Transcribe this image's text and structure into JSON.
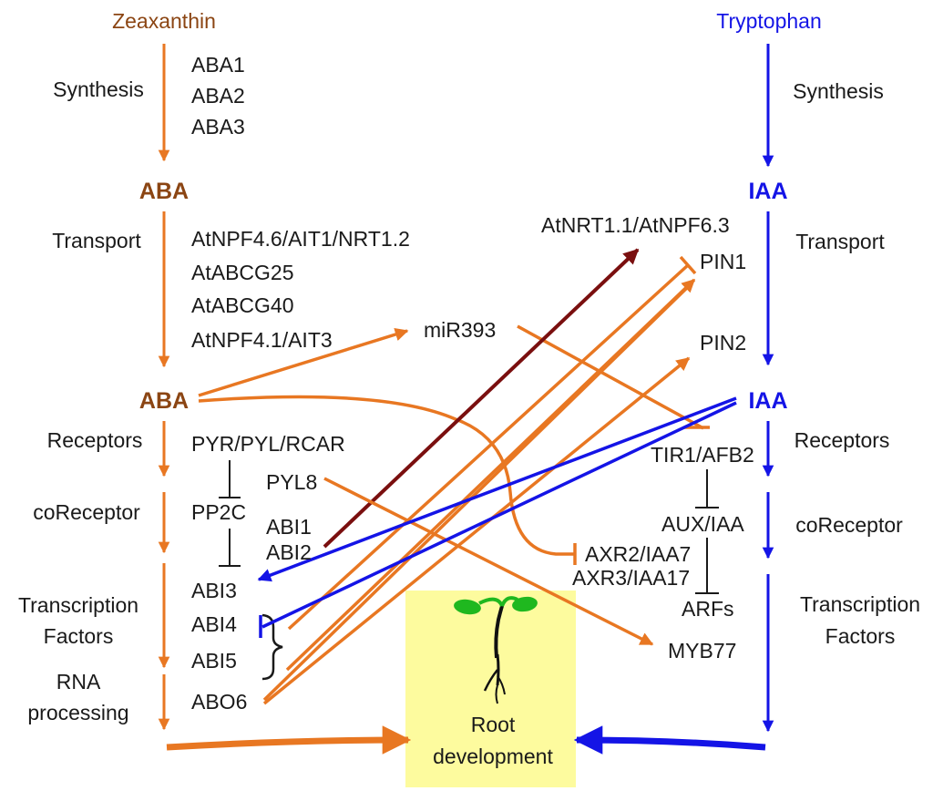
{
  "colors": {
    "aba_pathway": "#e87722",
    "aba_text": "#8b4513",
    "iaa_pathway": "#1414e6",
    "dark_arrow": "#7a0f0f",
    "inhibition_black": "#1a1a1a",
    "root_box_fill": "#fdfb9e",
    "seedling_leaf": "#1fb81f",
    "seedling_root": "#111111"
  },
  "aba": {
    "precursor": "Zeaxanthin",
    "synthesis_label": "Synthesis",
    "synthesis_genes": [
      "ABA1",
      "ABA2",
      "ABA3"
    ],
    "hub1": "ABA",
    "transport_label": "Transport",
    "transport_genes": [
      "AtNPF4.6/AIT1/NRT1.2",
      "AtABCG25",
      "AtABCG40",
      "AtNPF4.1/AIT3"
    ],
    "hub2": "ABA",
    "receptors_label": "Receptors",
    "receptor": "PYR/PYL/RCAR",
    "coreceptor_label": "coReceptor",
    "coreceptor": "PP2C",
    "tf_label_line1": "Transcription",
    "tf_label_line2": "Factors",
    "rna_label_line1": "RNA",
    "rna_label_line2": "processing",
    "abi1": "ABI1",
    "abi2": "ABI2",
    "pyl8": "PYL8",
    "abi3": "ABI3",
    "abi4": "ABI4",
    "abi5": "ABI5",
    "abo6": "ABO6"
  },
  "middle": {
    "mir393": "miR393",
    "nrt": "AtNRT1.1/AtNPF6.3",
    "pin1": "PIN1",
    "pin2": "PIN2",
    "tir1": "TIR1/AFB2",
    "aux_iaa": "AUX/IAA",
    "axr2": "AXR2/IAA7",
    "axr3": "AXR3/IAA17",
    "arfs": "ARFs",
    "myb77": "MYB77"
  },
  "iaa": {
    "precursor": "Tryptophan",
    "synthesis_label": "Synthesis",
    "hub1": "IAA",
    "transport_label": "Transport",
    "hub2": "IAA",
    "receptors_label": "Receptors",
    "coreceptor_label": "coReceptor",
    "tf_label_line1": "Transcription",
    "tf_label_line2": "Factors"
  },
  "root": {
    "line1": "Root",
    "line2": "development"
  }
}
